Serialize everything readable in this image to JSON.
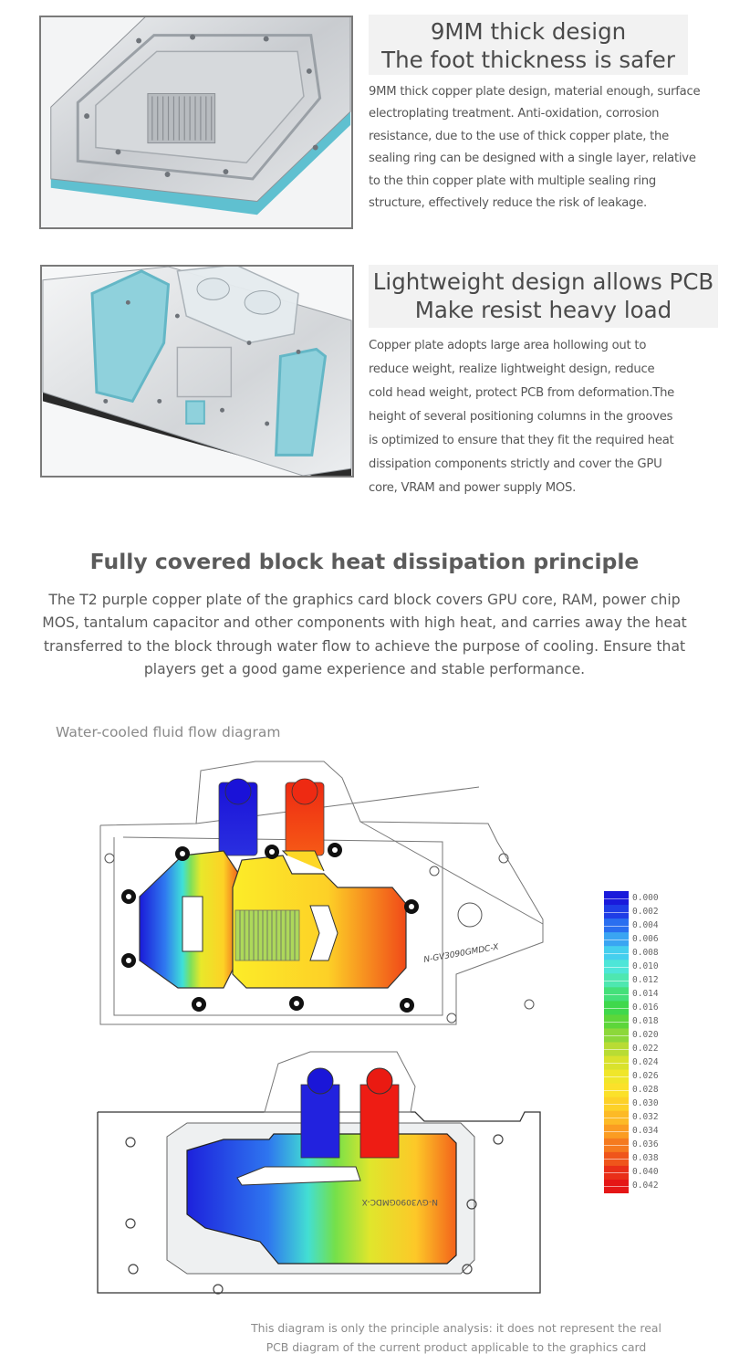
{
  "feature1": {
    "title_line1": "9MM thick design",
    "title_line2": "The foot thickness is safer",
    "body": "9MM thick copper plate design, material enough, surface electroplating treatment. Anti-oxidation, corrosion resistance, due to the use of thick copper plate, the sealing ring can be designed with a single layer, relative to the thin copper plate with multiple sealing ring structure, effectively reduce the risk of leakage.",
    "lines": [
      "9MM thick copper plate design, material enough, surface",
      "electroplating treatment. Anti-oxidation, corrosion",
      "resistance, due to the use of thick copper plate, the",
      "sealing ring can be designed with a single layer, relative",
      "to the thin copper plate with multiple sealing ring",
      "structure, effectively reduce the risk of leakage."
    ]
  },
  "feature2": {
    "title_line1": "Lightweight design allows PCB",
    "title_line2": "Make resist heavy load",
    "lines": [
      "Copper plate adopts large area hollowing out to",
      "reduce weight, realize lightweight design, reduce",
      "cold head weight, protect PCB from deformation.The",
      "height of several positioning columns in the grooves",
      "is optimized to ensure that they fit the required heat",
      "dissipation components strictly and cover the GPU",
      "core, VRAM and power supply MOS."
    ]
  },
  "section": {
    "title": "Fully covered block heat dissipation principle",
    "desc_lines": [
      "The T2 purple copper plate of the graphics card block covers GPU core, RAM, power chip",
      "MOS, tantalum capacitor and other components with high heat, and carries away the heat",
      "transferred to the block through water flow to achieve the purpose of cooling. Ensure that",
      "players get a good game experience and stable performance."
    ]
  },
  "diagram": {
    "label": "Water-cooled fluid flow diagram",
    "front_model_text": "N-GV3090GMDC-X",
    "back_model_text": "N-GV3090GMDC-X",
    "legend": {
      "ticks": [
        "0.000",
        "0.002",
        "0.004",
        "0.006",
        "0.008",
        "0.010",
        "0.012",
        "0.014",
        "0.016",
        "0.018",
        "0.020",
        "0.022",
        "0.024",
        "0.026",
        "0.028",
        "0.030",
        "0.032",
        "0.034",
        "0.036",
        "0.038",
        "0.040",
        "0.042"
      ],
      "colors": [
        "#1a1adb",
        "#1f3de6",
        "#2a6ff0",
        "#3aa5f2",
        "#45cfee",
        "#4ee6d8",
        "#4ee7b0",
        "#44e07a",
        "#3fd84c",
        "#5dd63a",
        "#8cd83a",
        "#b8dc34",
        "#d9e22d",
        "#f0e62a",
        "#fbe12a",
        "#fdd128",
        "#fdba26",
        "#fb9c22",
        "#f57a1f",
        "#ef551b",
        "#e92f18",
        "#e51616"
      ]
    }
  },
  "note": {
    "line1": "This diagram is only the principle analysis: it does not represent the real",
    "line2": "PCB diagram of the current product applicable to the graphics card"
  }
}
